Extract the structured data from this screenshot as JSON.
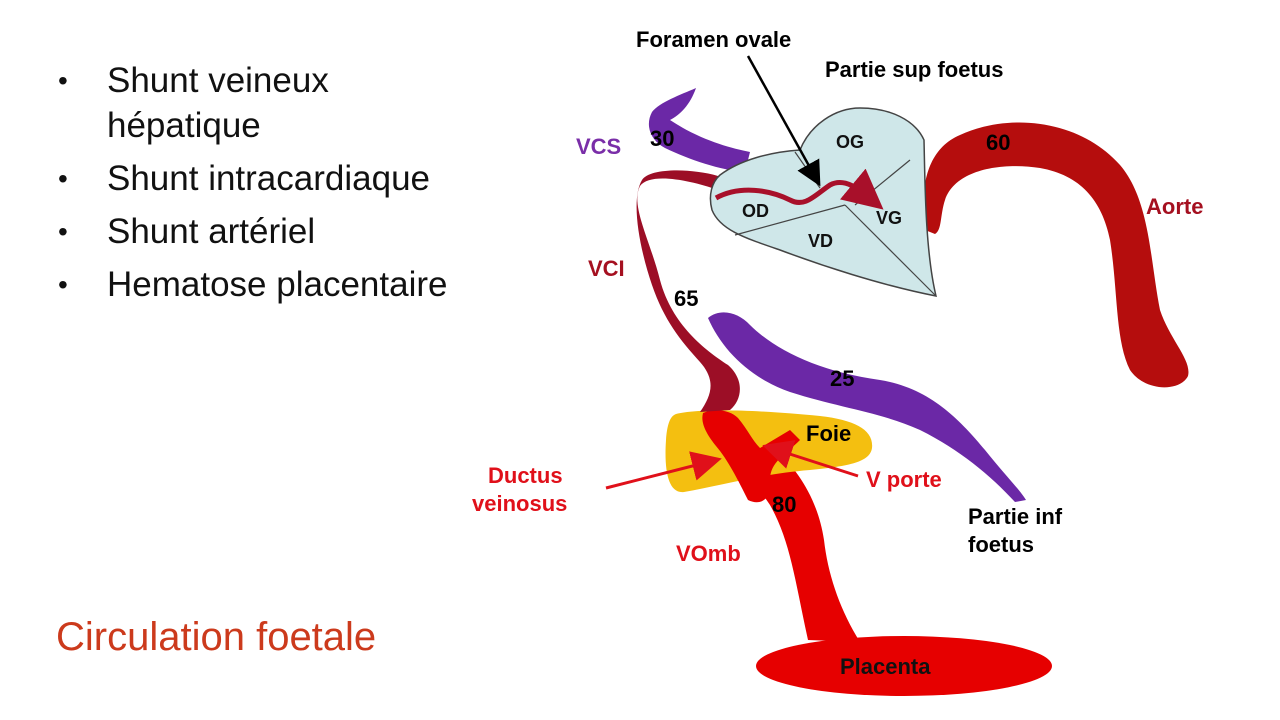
{
  "bullets": [
    "Shunt veineux hépatique",
    "Shunt intracardiaque",
    "Shunt artériel",
    "Hematose placentaire"
  ],
  "footer_title": "Circulation foetale",
  "diagram": {
    "labels": {
      "foramen_ovale": "Foramen ovale",
      "partie_sup": "Partie sup foetus",
      "og": "OG",
      "od": "OD",
      "vd": "VD",
      "vg": "VG",
      "vcs": "VCS",
      "vcs_value": "30",
      "aorte": "Aorte",
      "aorte_value": "60",
      "vci": "VCI",
      "vci_value": "65",
      "purple_value": "25",
      "foie": "Foie",
      "ductus_line1": "Ductus",
      "ductus_line2": "veinosus",
      "v_porte": "V porte",
      "vomb_value": "80",
      "vomb": "VOmb",
      "partie_inf_line1": "Partie inf",
      "partie_inf_line2": "foetus",
      "placenta": "Placenta"
    },
    "colors": {
      "heart": "#cfe7e9",
      "aorta": "#b50d0d",
      "vci": "#9c0e26",
      "vein_purple": "#6b28a6",
      "liver": "#f4bf10",
      "umbilical": "#e60000",
      "label_red": "#e0101a",
      "label_purple": "#7a2ea8",
      "label_darkred": "#a51020"
    }
  }
}
